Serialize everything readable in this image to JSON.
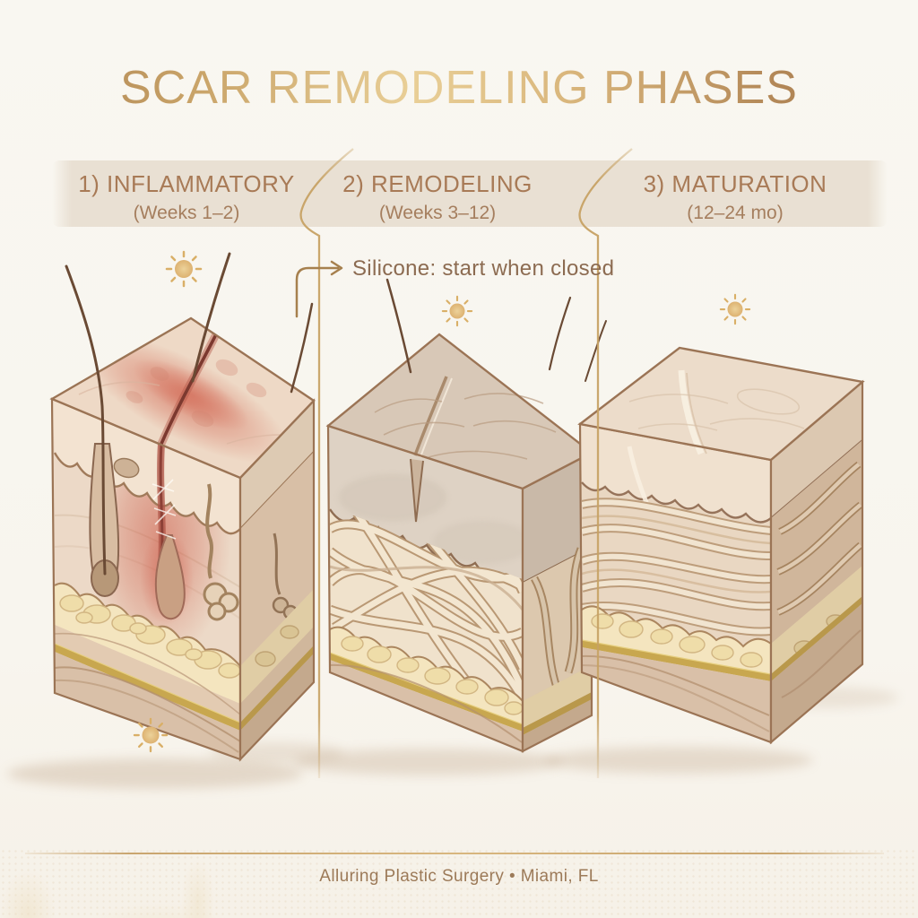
{
  "title": "SCAR REMODELING PHASES",
  "phases": [
    {
      "label": "1) INFLAMMATORY",
      "timeframe": "(Weeks 1–2)"
    },
    {
      "label": "2) REMODELING",
      "timeframe": "(Weeks 3–12)"
    },
    {
      "label": "3) MATURATION",
      "timeframe": "(12–24 mo)"
    }
  ],
  "annotation": {
    "text": "Silicone: start when closed",
    "arrow_icon": "→"
  },
  "footer": {
    "text": "Alluring Plastic Surgery • Miami, FL"
  },
  "icons": {
    "sun_icon_glyph": "☀"
  },
  "colors": {
    "background": "#f8f5ef",
    "title_gold_dark": "#a87e50",
    "title_gold_light": "#e9cf97",
    "band_beige": "#e9e0d3",
    "phase_text": "#a87a56",
    "divider_gold": "#c7a264",
    "annotation_text": "#8c6b51",
    "inflamed_red": "#c65f4f",
    "skin_base": "#ecd9c7",
    "fat_yellow": "#f4e5bf",
    "gold_stripe": "#c8a74f",
    "footer_text": "#9c7a58",
    "footer_line": "#c9a56f"
  }
}
